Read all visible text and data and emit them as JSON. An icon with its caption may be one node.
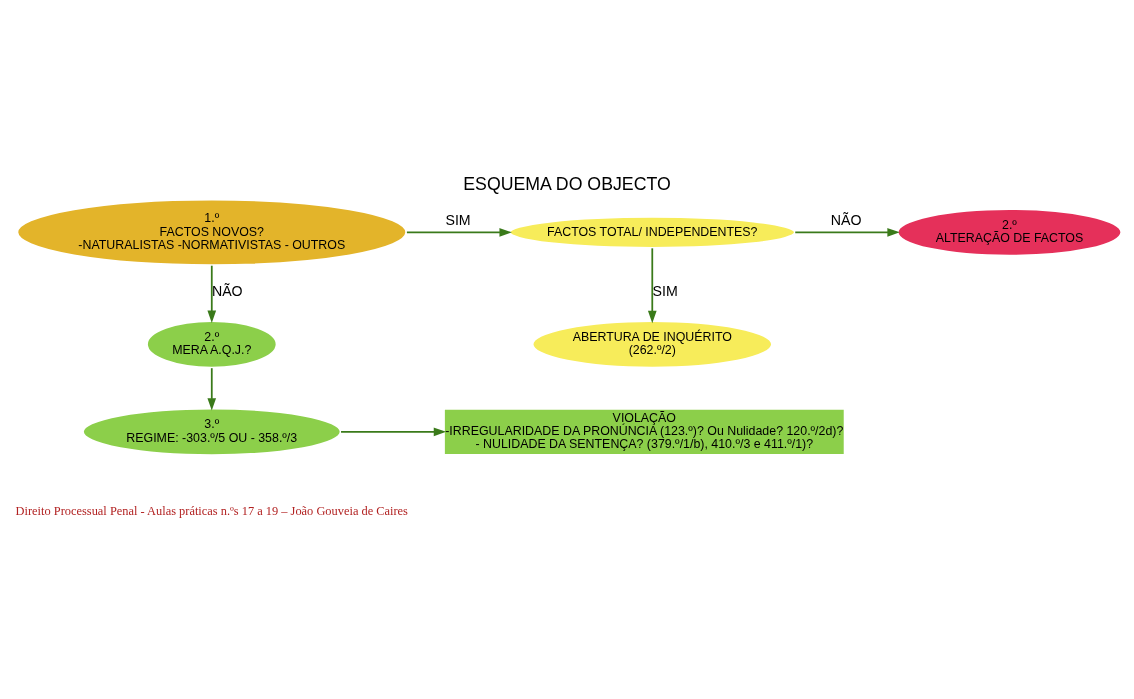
{
  "diagram": {
    "title": "ESQUEMA DO OBJECTO",
    "nodes": [
      {
        "text": [
          "1.º",
          "FACTOS NOVOS?",
          "-NATURALISTAS -NORMATIVISTAS - OUTROS"
        ]
      },
      {
        "text": [
          "FACTOS TOTAL/ INDEPENDENTES?"
        ]
      },
      {
        "text": [
          "2.º",
          "ALTERAÇÃO DE FACTOS"
        ]
      },
      {
        "text": [
          "2.º",
          "MERA A.Q.J.?"
        ]
      },
      {
        "text": [
          "ABERTURA DE INQUÉRITO",
          "(262.º/2)"
        ]
      },
      {
        "text": [
          "3.º",
          "REGIME: -303.º/5 OU - 358.º/3"
        ]
      },
      {
        "text": [
          "VIOLAÇÃO",
          "-IRREGULARIDADE DA PRONÚNCIA (123.º)? Ou Nulidade? 120.º/2d)?",
          "- NULIDADE DA SENTENÇA? (379.º/1/b), 410.º/3 e 411.º/1)?"
        ]
      }
    ],
    "edges": [
      {
        "from": 0,
        "to": 1,
        "arrow": "to",
        "label": "SIM"
      },
      {
        "from": 1,
        "to": 2,
        "arrow": "to",
        "label": "NÃO"
      },
      {
        "from": 0,
        "to": 3,
        "arrow": "to",
        "label": "NÃO"
      },
      {
        "from": 1,
        "to": 4,
        "arrow": "to",
        "label": "SIM"
      },
      {
        "from": 3,
        "to": 5,
        "arrow": "to"
      },
      {
        "from": 5,
        "to": 6,
        "arrow": "to"
      }
    ],
    "labels": [
      "Direito Processual Penal - Aulas práticas n.ºs 17 a 19 – João Gouveia de Caires"
    ]
  }
}
